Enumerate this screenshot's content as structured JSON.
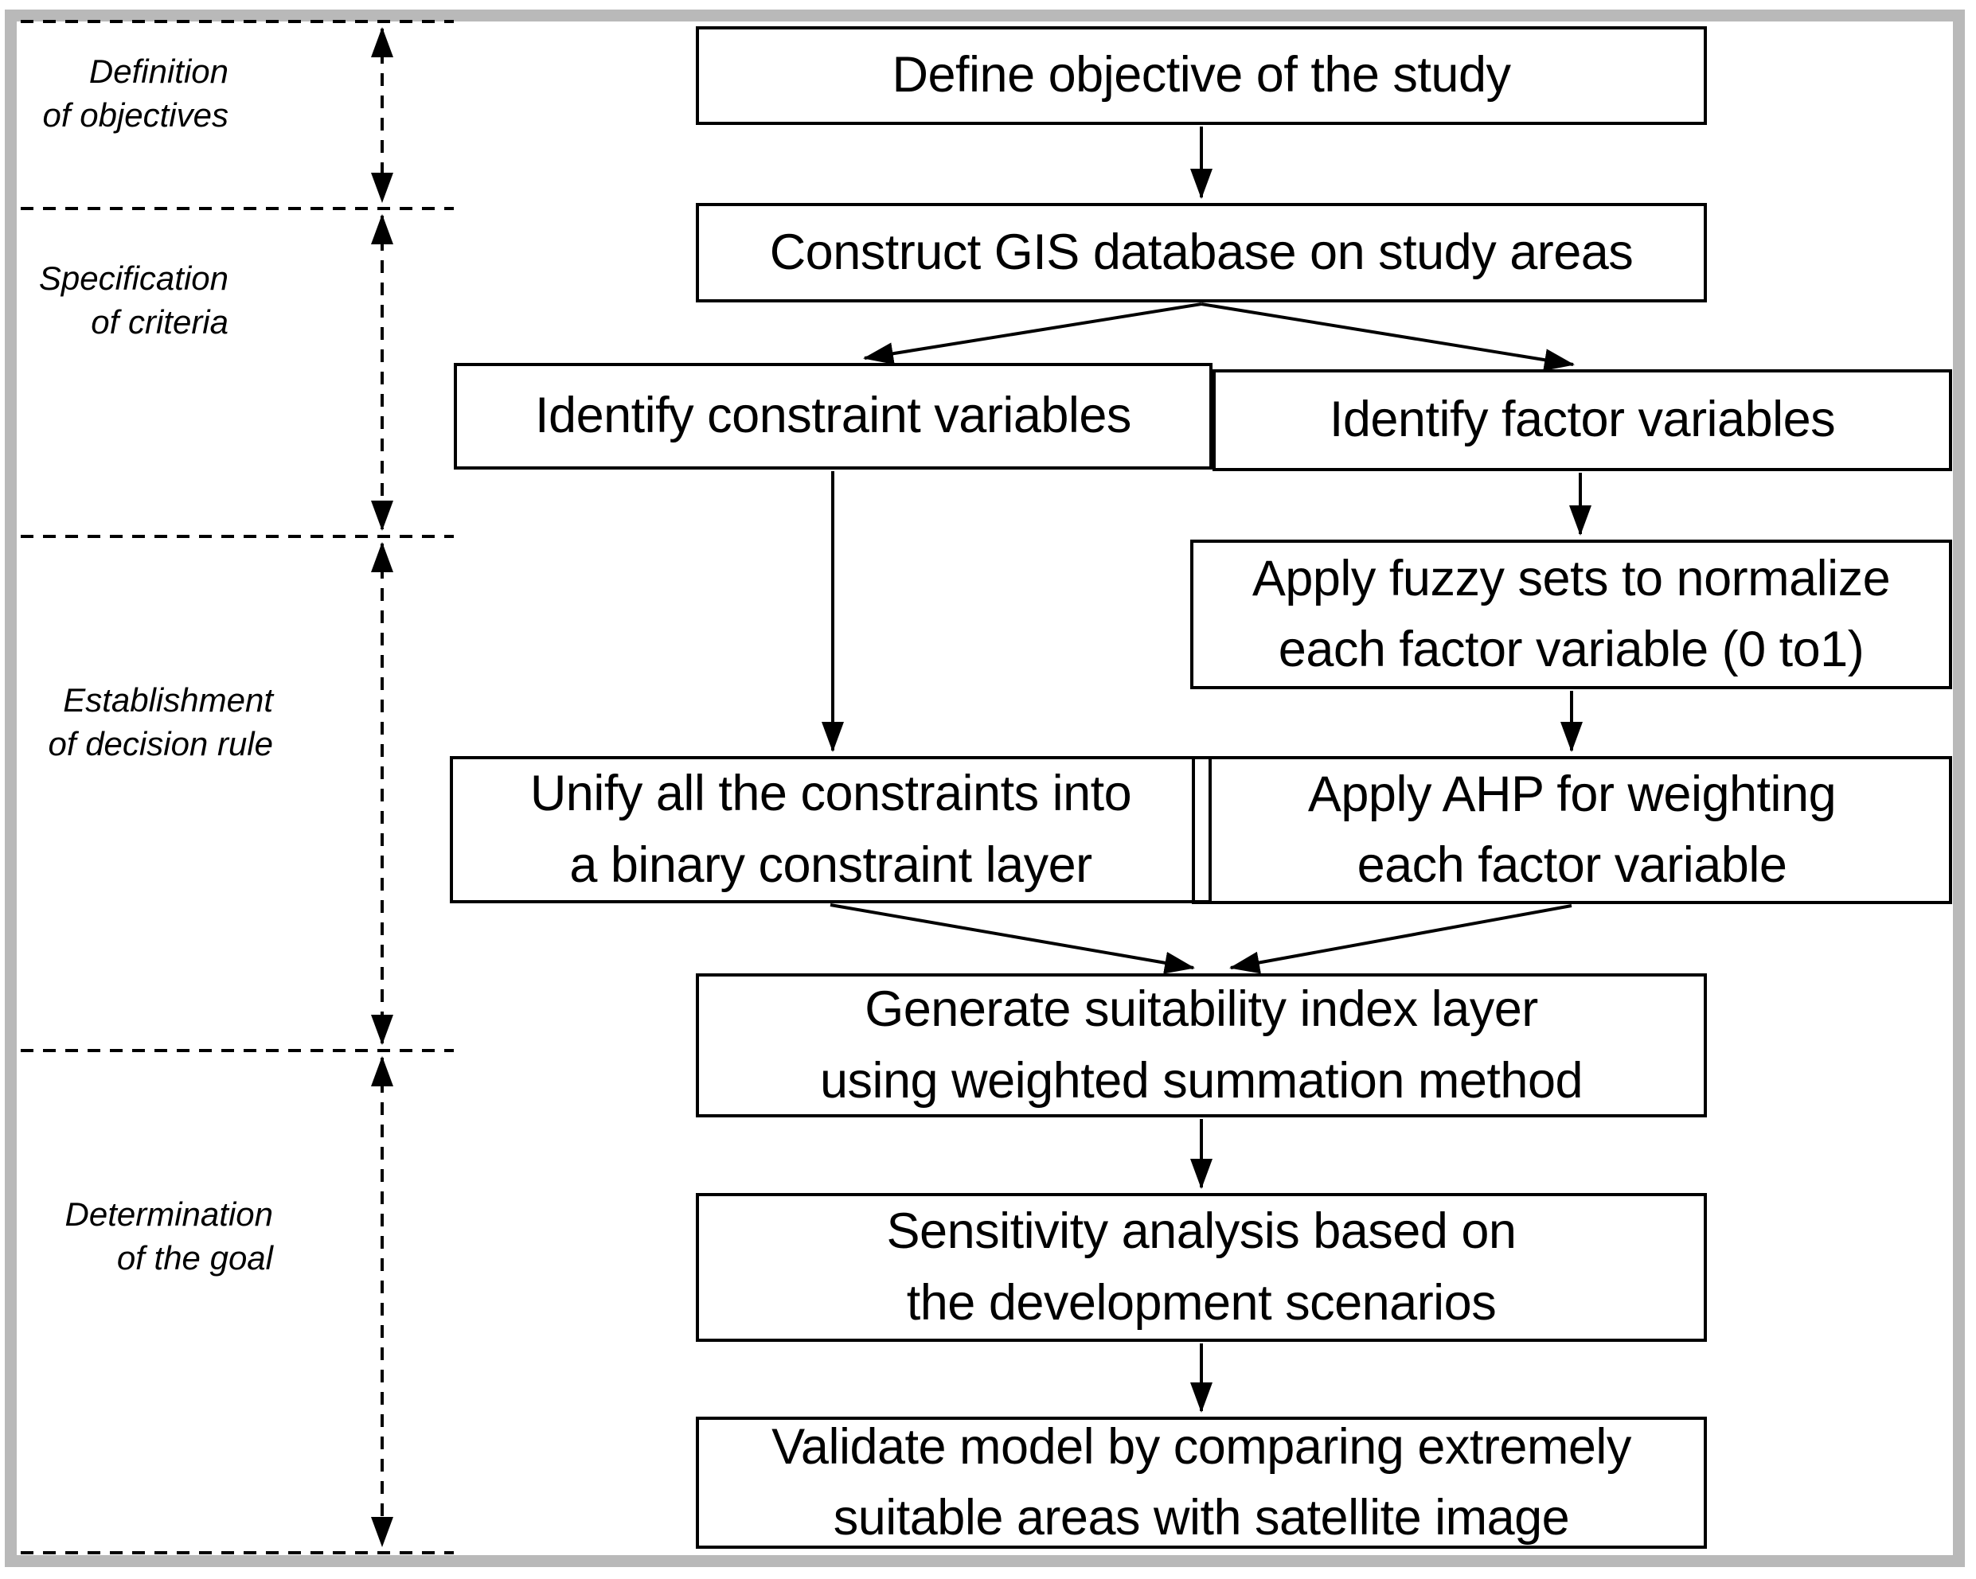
{
  "diagram": {
    "phases": [
      {
        "id": "definition-of-objectives",
        "label": "Definition\nof objectives"
      },
      {
        "id": "specification-of-criteria",
        "label": "Specification\nof criteria"
      },
      {
        "id": "establishment-of-decision-rule",
        "label": "Establishment\nof decision rule"
      },
      {
        "id": "determination-of-the-goal",
        "label": "Determination\nof the goal"
      }
    ],
    "boxes": [
      {
        "id": "define-objective",
        "text": "Define objective of the study"
      },
      {
        "id": "construct-gis-database",
        "text": "Construct GIS database on study areas"
      },
      {
        "id": "identify-constraint-variables",
        "text": "Identify constraint variables"
      },
      {
        "id": "identify-factor-variables",
        "text": "Identify factor variables"
      },
      {
        "id": "apply-fuzzy-sets",
        "text": "Apply fuzzy sets to normalize\neach factor variable (0 to1)"
      },
      {
        "id": "unify-constraints",
        "text": "Unify all the constraints into\na binary constraint layer"
      },
      {
        "id": "apply-ahp",
        "text": "Apply AHP for weighting\neach factor variable"
      },
      {
        "id": "generate-suitability-index",
        "text": "Generate suitability index layer\nusing weighted summation method"
      },
      {
        "id": "sensitivity-analysis",
        "text": "Sensitivity analysis based on\nthe development scenarios"
      },
      {
        "id": "validate-model",
        "text": "Validate model by comparing extremely\nsuitable areas with satellite image"
      }
    ],
    "colors": {
      "line": "#000000",
      "frame": "#b9b9b9",
      "background": "#ffffff",
      "text": "#000000"
    }
  }
}
